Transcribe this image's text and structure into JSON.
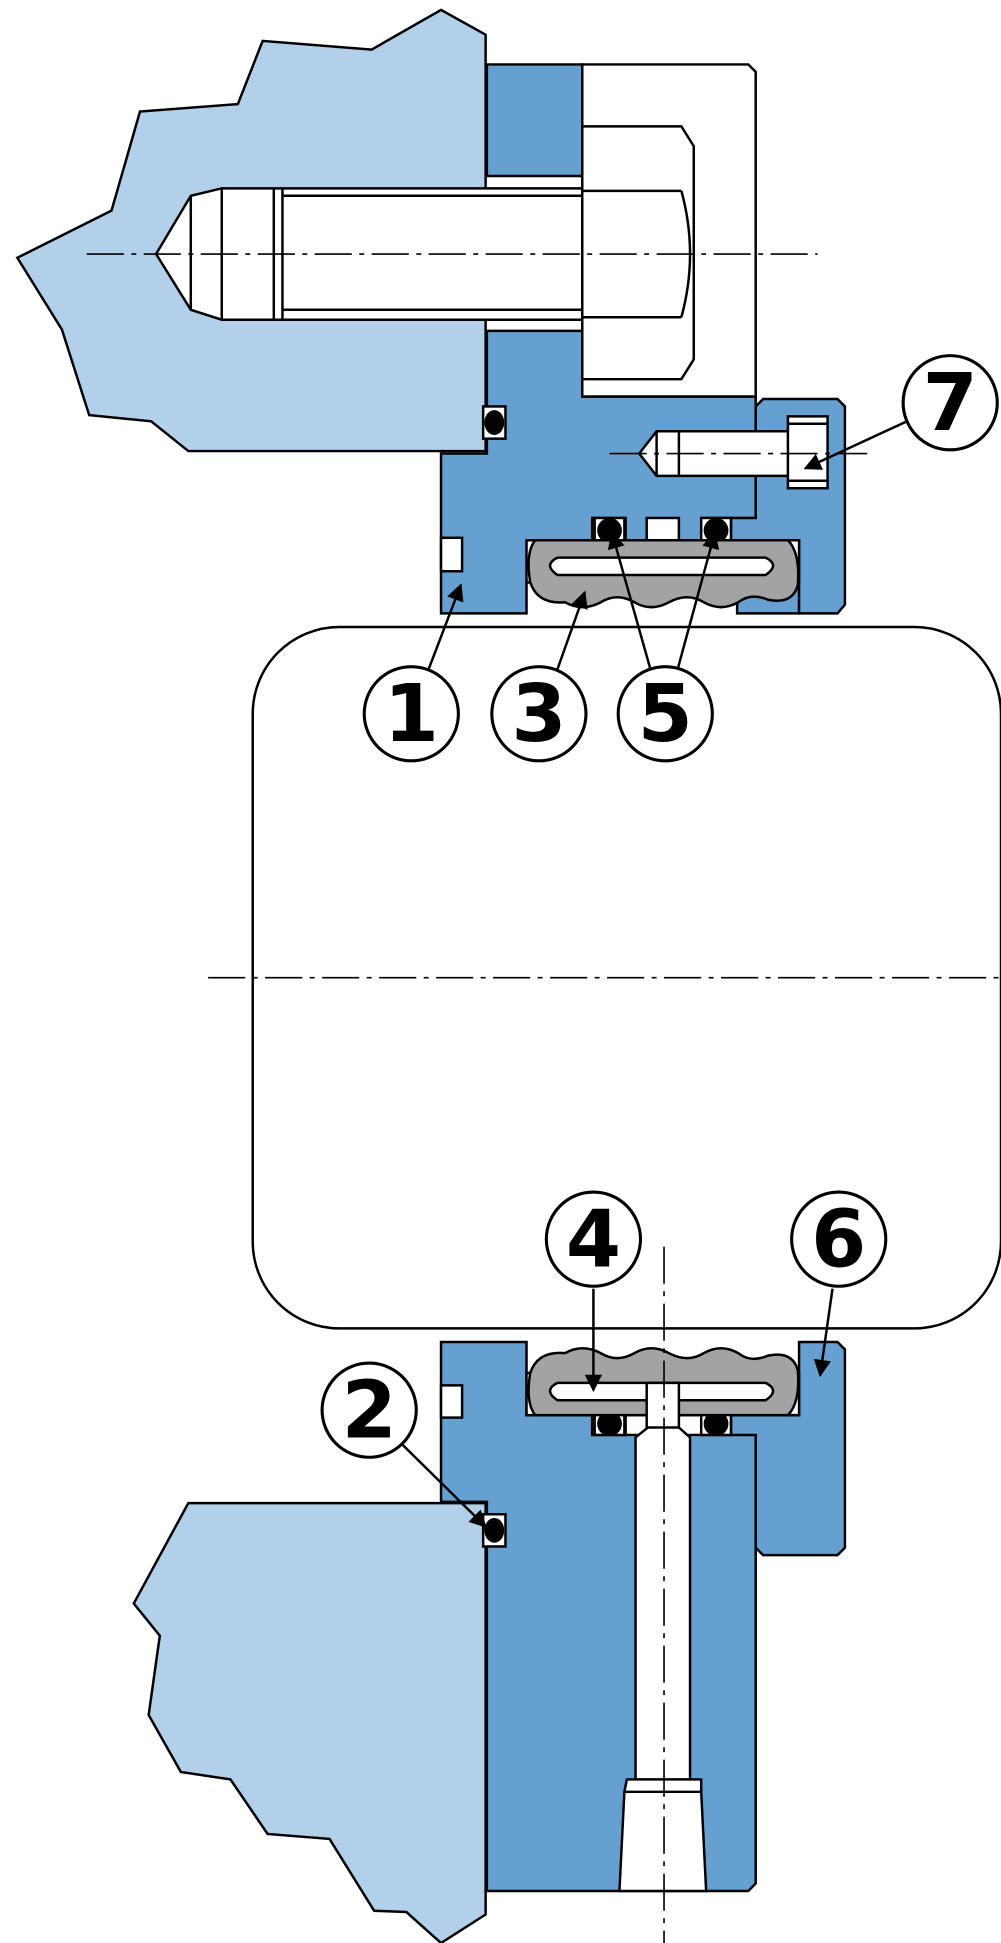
{
  "colors": {
    "background": "#ffffff",
    "housing_light": "#b3d0ea",
    "housing_dark": "#66a0d0",
    "seal_gray": "#a3a3a3",
    "outline": "#000000"
  },
  "callouts": [
    {
      "id": "c1",
      "label": "1"
    },
    {
      "id": "c2",
      "label": "2"
    },
    {
      "id": "c3",
      "label": "3"
    },
    {
      "id": "c4",
      "label": "4"
    },
    {
      "id": "c5",
      "label": "5"
    },
    {
      "id": "c6",
      "label": "6"
    },
    {
      "id": "c7",
      "label": "7"
    }
  ]
}
